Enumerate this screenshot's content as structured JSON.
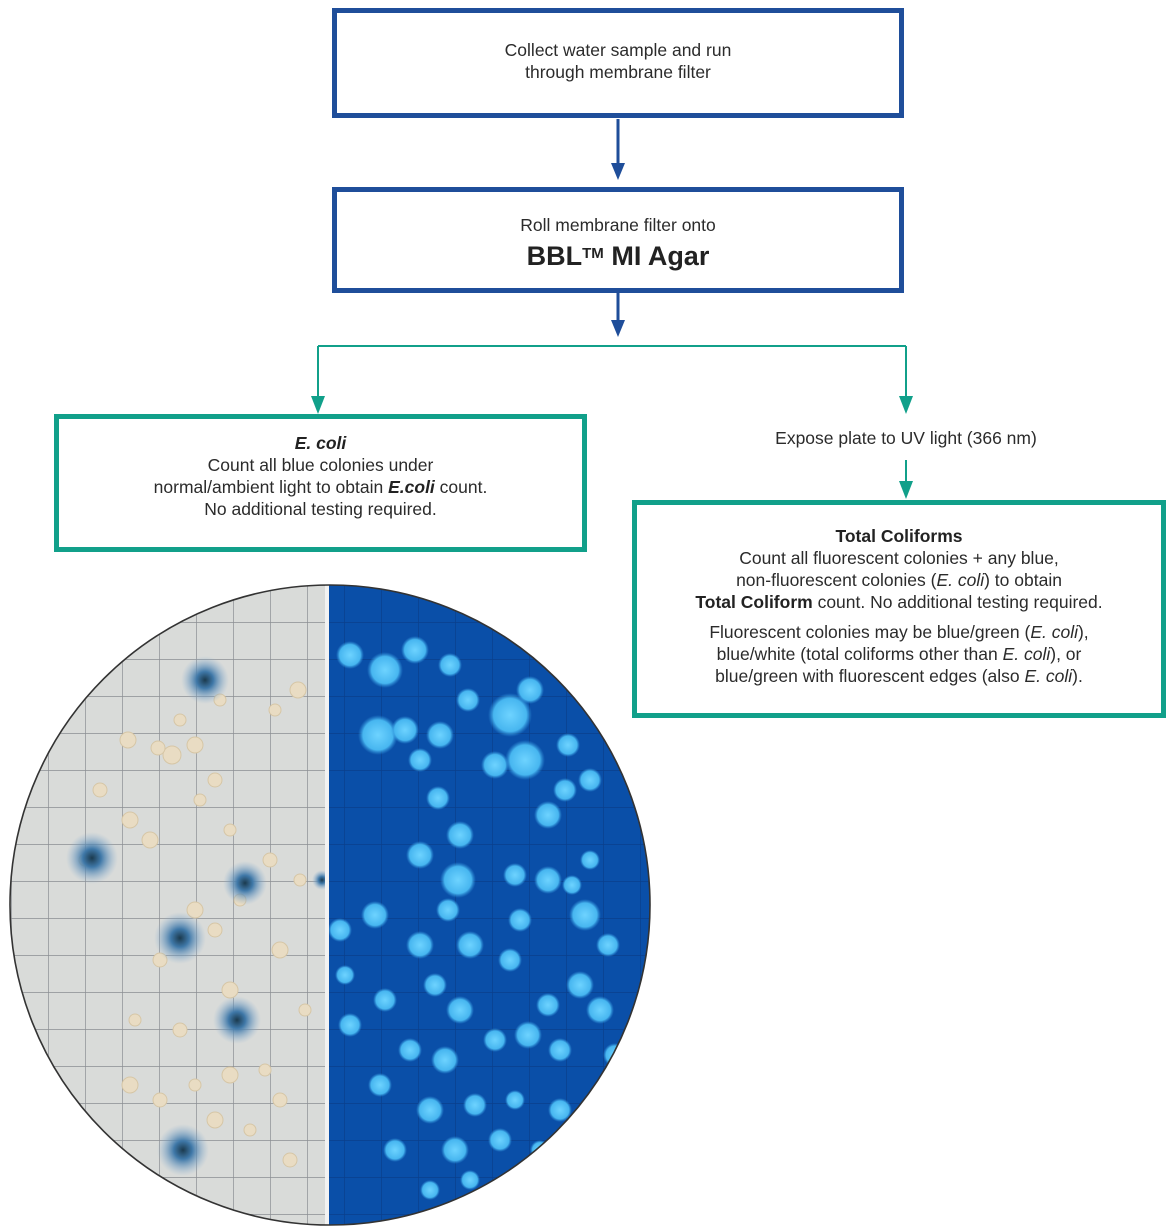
{
  "box1": {
    "line1": "Collect water sample and run",
    "line2": "through membrane filter"
  },
  "box2": {
    "line1": "Roll membrane filter onto",
    "brand": "BBL",
    "tm": "TM",
    "product": "MI Agar"
  },
  "ecoli_box": {
    "title": "E. coli",
    "line1": "Count all blue colonies under",
    "line2_pre": "normal/ambient light to obtain ",
    "line2_em": "E.coli",
    "line2_post": " count.",
    "line3": "No additional testing required."
  },
  "uv_step": "Expose plate to UV light (366 nm)",
  "coliform_box": {
    "title": "Total Coliforms",
    "line1": "Count all fluorescent colonies + any blue,",
    "line2_pre": "non-fluorescent colonies (",
    "line2_em": "E. coli",
    "line2_post": ") to obtain",
    "line3_bold": "Total Coliform",
    "line3_rest": " count. No additional testing required.",
    "note1_pre": "Fluorescent colonies may be blue/green (",
    "note1_em": "E. coli",
    "note1_post": "),",
    "note2_pre": "blue/white (total coliforms other than ",
    "note2_em": "E. coli",
    "note2_post": "), or",
    "note3_pre": "blue/green with fluorescent edges (also ",
    "note3_em": "E. coli",
    "note3_post": ")."
  },
  "colors": {
    "flow_blue": "#1f4e9a",
    "flow_green": "#11a08a",
    "uv_plate": "#0a4fa8"
  }
}
